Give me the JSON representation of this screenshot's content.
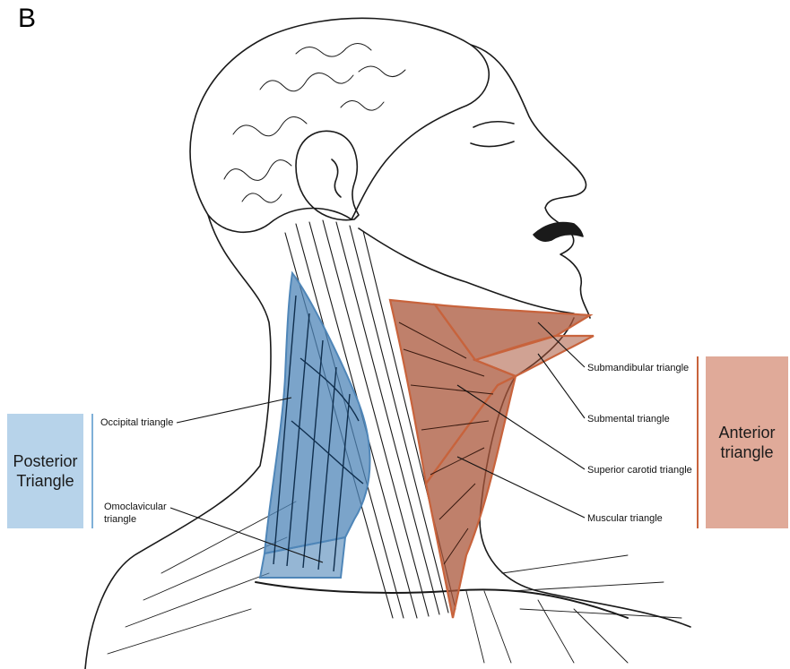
{
  "panel_letter": "B",
  "groups": {
    "posterior": {
      "label": "Posterior\nTriangle",
      "color": "#b7d3ea"
    },
    "anterior": {
      "label": "Anterior\ntriangle",
      "color": "#e0aa99"
    }
  },
  "labels": {
    "occipital": "Occipital triangle",
    "omoclavicular": "Omoclavicular\n triangle",
    "submandibular": "Submandibular triangle",
    "submental": "Submental triangle",
    "superior_carotid": "Superior carotid triangle",
    "muscular": "Muscular triangle"
  },
  "colors": {
    "posterior_fill": "#4f86b8",
    "anterior_fill": "#a9553a",
    "anterior_outline": "#c8633c",
    "ink": "#1a1a1a"
  }
}
